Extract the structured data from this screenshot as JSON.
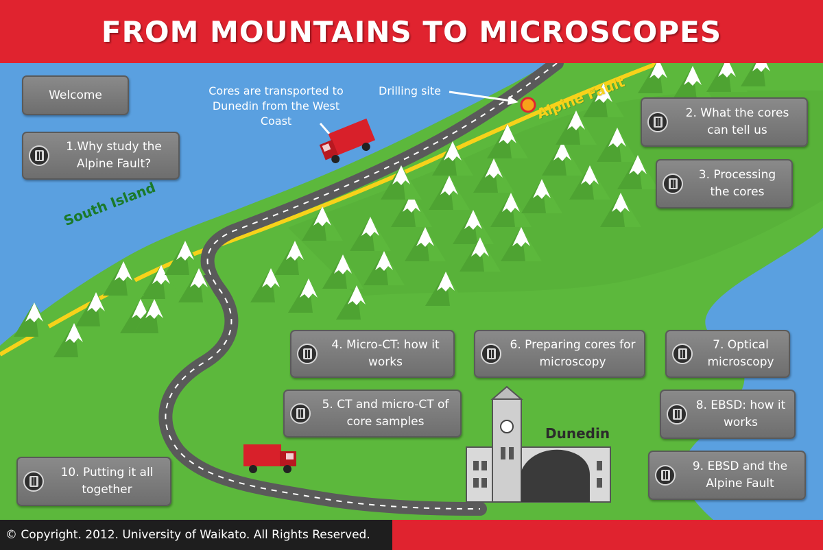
{
  "header": {
    "title": "FROM MOUNTAINS TO MICROSCOPES"
  },
  "map": {
    "island_label": "South Island",
    "fault_label": "Alpine Fault",
    "city_label": "Dunedin",
    "annotations": {
      "transport": "Cores are transported to Dunedin from the West Coast",
      "drilling": "Drilling site"
    }
  },
  "nav": {
    "welcome": "Welcome",
    "items": [
      "1.Why study the Alpine Fault?",
      "2. What the cores can tell us",
      "3. Processing the cores",
      "4. Micro-CT: how it works",
      "5. CT and micro-CT of core samples",
      "6. Preparing cores for microscopy",
      "7. Optical microscopy",
      "8. EBSD: how it works",
      "9. EBSD and the Alpine Fault",
      "10. Putting it all together"
    ]
  },
  "footer": {
    "copyright": "© Copyright. 2012. University of Waikato. All Rights Reserved."
  },
  "colors": {
    "header_red": "#e0232f",
    "sea": "#5aa0e0",
    "land": "#5cb83c",
    "fault": "#f7d21a",
    "button_gray": "#7a7a7a"
  }
}
